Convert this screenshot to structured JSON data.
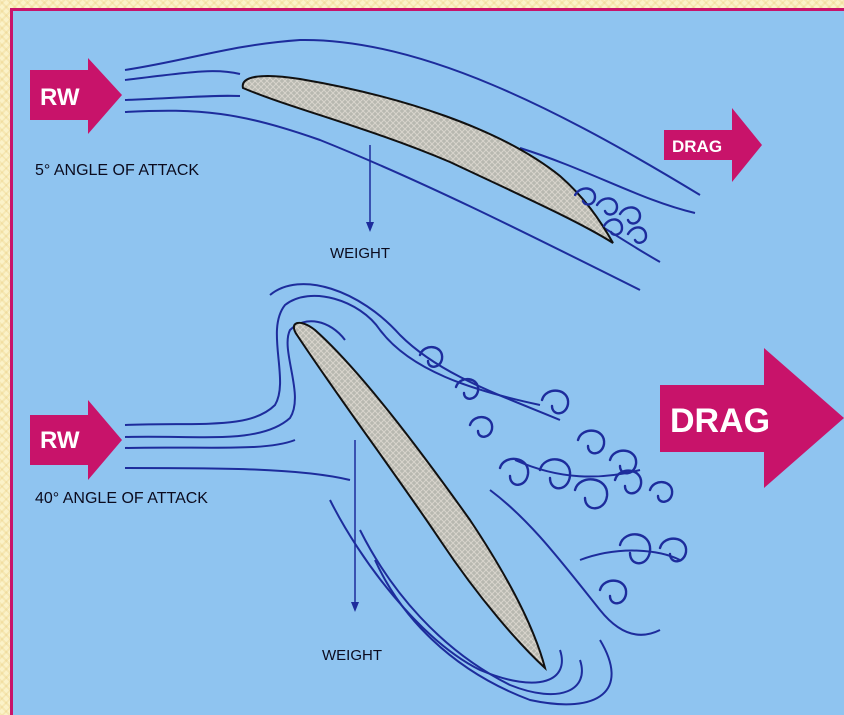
{
  "top_diagram": {
    "rw_label": "RW",
    "angle_label": "5° ANGLE OF ATTACK",
    "weight_label": "WEIGHT",
    "drag_label": "DRAG"
  },
  "bottom_diagram": {
    "rw_label": "RW",
    "angle_label": "40° ANGLE OF ATTACK",
    "weight_label": "WEIGHT",
    "drag_label": "DRAG"
  },
  "colors": {
    "arrow": "#c8136a",
    "background": "#8fc4f0",
    "streamline": "#1d2c9c"
  }
}
